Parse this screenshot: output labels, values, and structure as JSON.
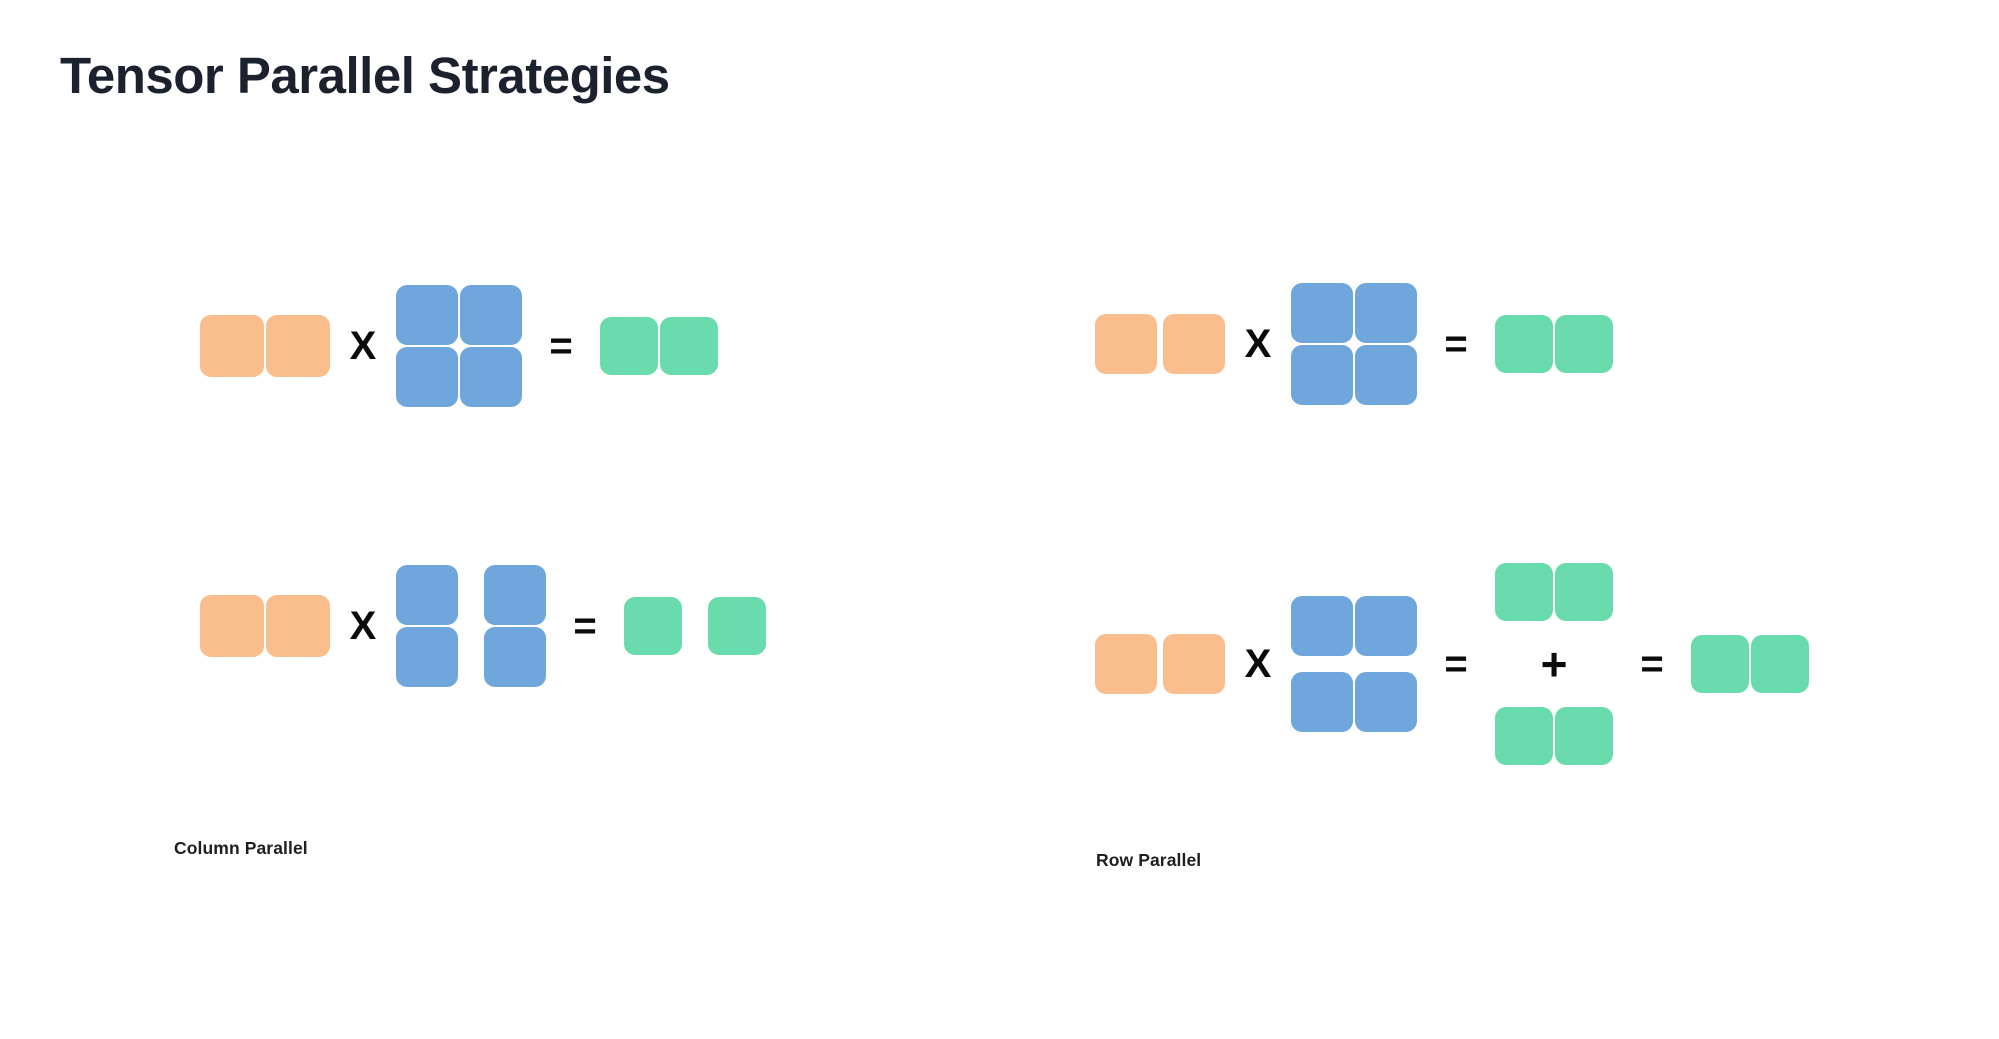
{
  "title": "Tensor Parallel Strategies",
  "colors": {
    "input_orange": "#fabd8c",
    "weight_blue": "#6fa6db",
    "output_green": "#69dbad",
    "operator_black": "#0b0b0b",
    "title_navy": "#1b222e",
    "background": "#ffffff"
  },
  "operators": {
    "multiply": "X",
    "equals": "=",
    "plus": "+"
  },
  "panels": {
    "column_parallel": {
      "caption": "Column Parallel",
      "equations": [
        {
          "name": "unsharded-matmul",
          "terms": [
            {
              "kind": "matrix",
              "role": "input",
              "color": "orange",
              "rows": 1,
              "cols": 2,
              "split": "none"
            },
            {
              "kind": "operator",
              "symbol": "X"
            },
            {
              "kind": "matrix",
              "role": "weight",
              "color": "blue",
              "rows": 2,
              "cols": 2,
              "split": "none"
            },
            {
              "kind": "operator",
              "symbol": "="
            },
            {
              "kind": "matrix",
              "role": "output",
              "color": "green",
              "rows": 1,
              "cols": 2,
              "split": "none"
            }
          ]
        },
        {
          "name": "column-sharded-matmul",
          "terms": [
            {
              "kind": "matrix",
              "role": "input",
              "color": "orange",
              "rows": 1,
              "cols": 2,
              "split": "none"
            },
            {
              "kind": "operator",
              "symbol": "X"
            },
            {
              "kind": "matrix",
              "role": "weight",
              "color": "blue",
              "rows": 2,
              "cols": 2,
              "split": "columns"
            },
            {
              "kind": "operator",
              "symbol": "="
            },
            {
              "kind": "matrix",
              "role": "output",
              "color": "green",
              "rows": 1,
              "cols": 2,
              "split": "columns"
            }
          ]
        }
      ]
    },
    "row_parallel": {
      "caption": "Row Parallel",
      "equations": [
        {
          "name": "unsharded-matmul",
          "terms": [
            {
              "kind": "matrix",
              "role": "input",
              "color": "orange",
              "rows": 1,
              "cols": 2,
              "split": "none"
            },
            {
              "kind": "operator",
              "symbol": "X"
            },
            {
              "kind": "matrix",
              "role": "weight",
              "color": "blue",
              "rows": 2,
              "cols": 2,
              "split": "none"
            },
            {
              "kind": "operator",
              "symbol": "="
            },
            {
              "kind": "matrix",
              "role": "output",
              "color": "green",
              "rows": 1,
              "cols": 2,
              "split": "none"
            }
          ]
        },
        {
          "name": "row-sharded-matmul-with-allreduce",
          "terms": [
            {
              "kind": "matrix",
              "role": "input",
              "color": "orange",
              "rows": 1,
              "cols": 2,
              "split": "columns"
            },
            {
              "kind": "operator",
              "symbol": "X"
            },
            {
              "kind": "matrix",
              "role": "weight",
              "color": "blue",
              "rows": 2,
              "cols": 2,
              "split": "rows"
            },
            {
              "kind": "operator",
              "symbol": "="
            },
            {
              "kind": "partial-sum",
              "role": "partial-outputs",
              "color": "green",
              "parts": 2,
              "cols": 2,
              "symbol": "+"
            },
            {
              "kind": "operator",
              "symbol": "="
            },
            {
              "kind": "matrix",
              "role": "output",
              "color": "green",
              "rows": 1,
              "cols": 2,
              "split": "none"
            }
          ]
        }
      ]
    }
  }
}
